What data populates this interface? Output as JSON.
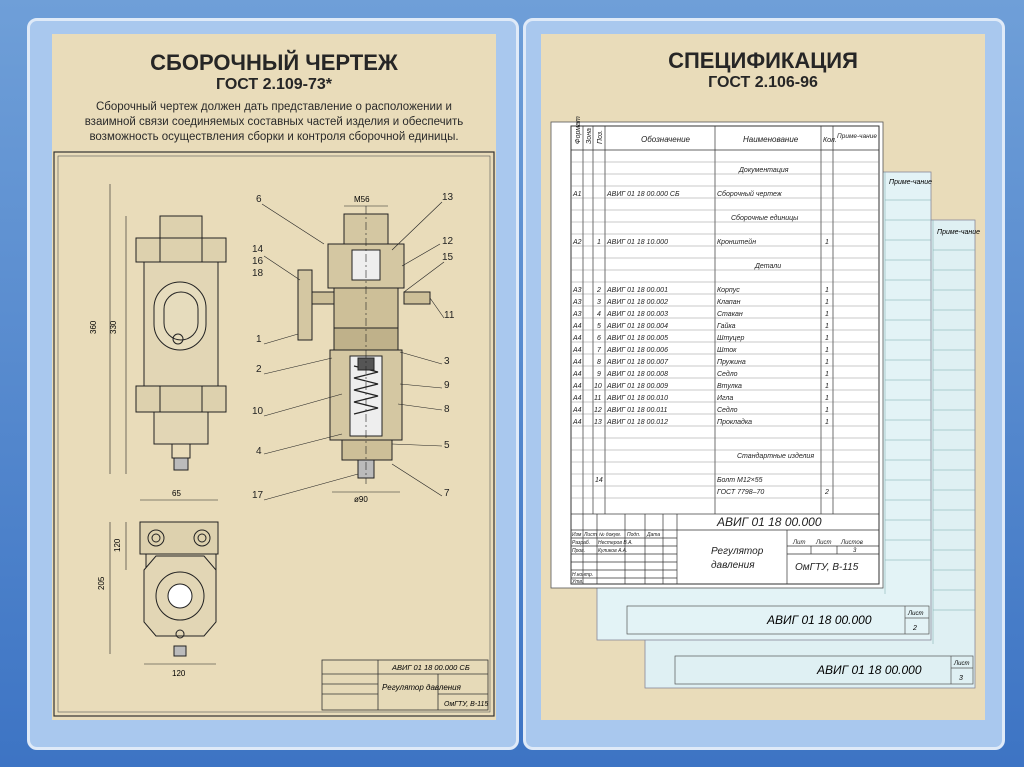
{
  "left_poster": {
    "title": "СБОРОЧНЫЙ ЧЕРТЕЖ",
    "standard": "ГОСТ 2.109-73*",
    "description": "Сборочный чертеж должен дать представление о расположении и взаимной связи соединяемых составных частей изделия и обеспечить возможность осуществления сборки и контроля сборочной единицы.",
    "callouts": [
      "6",
      "14",
      "16",
      "18",
      "1",
      "2",
      "10",
      "4",
      "17",
      "13",
      "12",
      "15",
      "11",
      "3",
      "9",
      "8",
      "5",
      "7"
    ],
    "dimensions": {
      "thread": "М56",
      "height_total": "360",
      "height_body": "330",
      "diameter": "ø90",
      "width_top": "65",
      "height_side": "120",
      "height_side_total": "205",
      "width_bottom": "120"
    },
    "title_block": {
      "code": "АВИГ 01 18 00.000 СБ",
      "name": "Регулятор давления",
      "org": "ОмГТУ, В-115"
    }
  },
  "right_poster": {
    "title": "СПЕЦИФИКАЦИЯ",
    "standard": "ГОСТ 2.106-96",
    "header": {
      "format": "Формат",
      "zone": "Зона",
      "pos": "Поз.",
      "designation": "Обозначение",
      "name": "Наименование",
      "qty": "Кол.",
      "note": "Приме-чание"
    },
    "sections": {
      "docs": "Документация",
      "assemblies": "Сборочные единицы",
      "parts": "Детали",
      "standard": "Стандартные изделия"
    },
    "doc_row": {
      "format": "А1",
      "designation": "АВИГ 01 18 00.000 СБ",
      "name": "Сборочный чертеж"
    },
    "assembly_row": {
      "format": "А2",
      "pos": "1",
      "designation": "АВИГ 01 18 10.000",
      "name": "Кронштейн",
      "qty": "1"
    },
    "parts": [
      {
        "format": "А3",
        "pos": "2",
        "designation": "АВИГ 01 18 00.001",
        "name": "Корпус",
        "qty": "1"
      },
      {
        "format": "А3",
        "pos": "3",
        "designation": "АВИГ 01 18 00.002",
        "name": "Клапан",
        "qty": "1"
      },
      {
        "format": "А3",
        "pos": "4",
        "designation": "АВИГ 01 18 00.003",
        "name": "Стакан",
        "qty": "1"
      },
      {
        "format": "А4",
        "pos": "5",
        "designation": "АВИГ 01 18 00.004",
        "name": "Гайка",
        "qty": "1"
      },
      {
        "format": "А4",
        "pos": "6",
        "designation": "АВИГ 01 18 00.005",
        "name": "Штуцер",
        "qty": "1"
      },
      {
        "format": "А4",
        "pos": "7",
        "designation": "АВИГ 01 18 00.006",
        "name": "Шток",
        "qty": "1"
      },
      {
        "format": "А4",
        "pos": "8",
        "designation": "АВИГ 01 18 00.007",
        "name": "Пружина",
        "qty": "1"
      },
      {
        "format": "А4",
        "pos": "9",
        "designation": "АВИГ 01 18 00.008",
        "name": "Седло",
        "qty": "1"
      },
      {
        "format": "А4",
        "pos": "10",
        "designation": "АВИГ 01 18 00.009",
        "name": "Втулка",
        "qty": "1"
      },
      {
        "format": "А4",
        "pos": "11",
        "designation": "АВИГ 01 18 00.010",
        "name": "Игла",
        "qty": "1"
      },
      {
        "format": "А4",
        "pos": "12",
        "designation": "АВИГ 01 18 00.011",
        "name": "Седло",
        "qty": "1"
      },
      {
        "format": "А4",
        "pos": "13",
        "designation": "АВИГ 01 18 00.012",
        "name": "Прокладка",
        "qty": "1"
      }
    ],
    "standard_rows": [
      {
        "pos": "14",
        "name": "Болт М12×55",
        "qty": ""
      },
      {
        "pos": "",
        "name": "ГОСТ 7798–70",
        "qty": "2"
      }
    ],
    "title_block": {
      "code": "АВИГ 01 18 00.000",
      "name_line1": "Регулятор",
      "name_line2": "давления",
      "org": "ОмГТУ, В-115",
      "lit": "Лит",
      "sheet": "Лист",
      "sheets": "Листов",
      "sheets_total": "3",
      "col_izm": "Изм",
      "col_list": "Лист",
      "col_doc": "№ докум.",
      "col_sign": "Подп.",
      "col_date": "Дата",
      "row_razrab": "Разраб.",
      "row_prov": "Пров.",
      "row_nkontr": "Н.контр.",
      "row_utv": "Утв.",
      "razrab_name": "Нестеров В.А.",
      "prov_name": "Куликов А.А."
    },
    "sheet2": {
      "note": "Приме-чание",
      "code": "АВИГ 01 18 00.000",
      "sheet_label": "Лист",
      "sheet_num": "2"
    },
    "sheet3": {
      "note": "Приме-чание",
      "code": "АВИГ 01 18 00.000",
      "sheet_label": "Лист",
      "sheet_num": "3"
    }
  }
}
